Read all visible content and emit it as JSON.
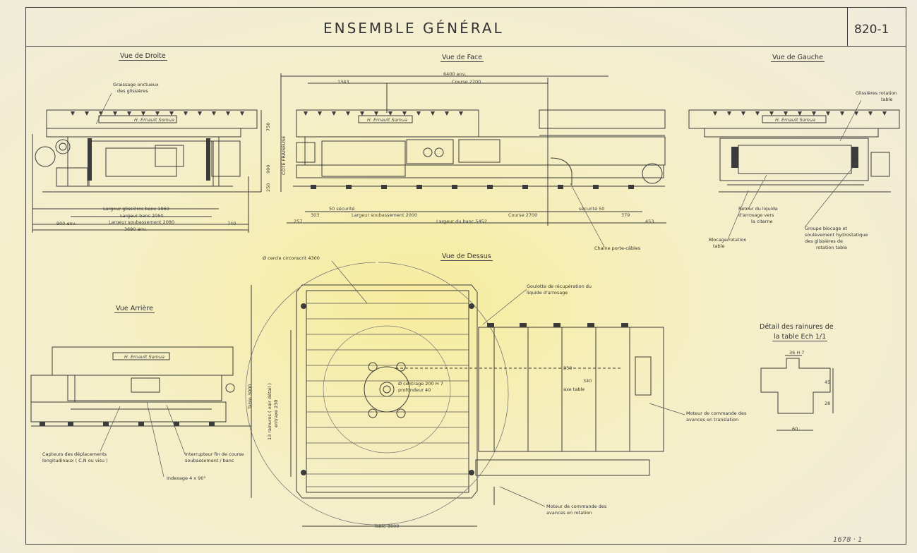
{
  "title": "ENSEMBLE   GÉNÉRAL",
  "sheet_number": "820-1",
  "footer_ref": "1678 · 1",
  "views": {
    "right": "Vue  de  Droite",
    "front": "Vue  de  Face",
    "left": "Vue  de  Gauche",
    "top": "Vue  de  Dessus",
    "rear": "Vue  Arrière",
    "detail": [
      "Détail  des  rainures  de",
      "la  table  Ech 1/1"
    ]
  },
  "annotations": {
    "graissage": [
      "Graissage  onctueux",
      "des  glissières"
    ],
    "glissieres": [
      "Glissières  rotation",
      "table"
    ],
    "retour": [
      "Retour  du  liquide",
      "d'arrosage   vers",
      "la  citerne"
    ],
    "blocage": [
      "Blocage  rotation",
      "table"
    ],
    "groupe": [
      "Groupe  blocage  et",
      "soulèvement  hydrostatique",
      "des  glissières  de",
      "rotation  table"
    ],
    "chaine": "Chaîne porte-câbles",
    "cercle": "Ø cercle  circonscrit  4300",
    "goulotte": [
      "Goulotte  de  récupération  du",
      "liquide  d'arrosage"
    ],
    "centrage": [
      "Ø centrage  200 H 7",
      "profondeur  40"
    ],
    "moteur_translation": [
      "Moteur  de  commande  des",
      "avances  en  translation"
    ],
    "moteur_rotation": [
      "Moteur  de  commande  des",
      "avances  en  rotation"
    ],
    "capteurs": [
      "Capteurs des  déplacements",
      "longitudinaux  ( C.N ou  visu )"
    ],
    "interrupteur": [
      "Interrupteur  fin de  course",
      "soubassement / banc"
    ],
    "indexage": "Indexage    4 x 90°",
    "rainures": [
      "13 rainures  ( voir détail )",
      "entraxe  230"
    ],
    "axe_table": "axe table",
    "cote_fraiseuse": "CÔTÉ  FRAISEUSE",
    "nameplate": "H. Ernault  Somua"
  },
  "dimensions": {
    "right_view": {
      "largeur_glissieres": "Largeur  glissières  banc    1860",
      "largeur_banc": "Largeur  banc    2050",
      "largeur_soubassement": "Largeur  soubassement    2080",
      "left": "900 env.",
      "right": "740",
      "total": "3680 env.",
      "h1": "750",
      "h2": "900",
      "h3": "250"
    },
    "front_view": {
      "overall": "6400 env.",
      "d1343": "1343",
      "course_top": "Course  2700",
      "securite_left": "50  sécurité",
      "d303": "303",
      "soubassement": "Largeur  soubassement    2000",
      "course_bottom": "Course    2700",
      "securite_right": "sécurité   50",
      "d379": "379",
      "d257": "257",
      "banc": "Largeur  du  banc  5452",
      "d453": "453"
    },
    "top_view": {
      "table": "Table  3000",
      "v3000": "Table  3000",
      "d350": "350",
      "d340": "340"
    },
    "detail": {
      "w36": "36 H 7",
      "h45": "45",
      "h28": "28",
      "w60": "60"
    }
  },
  "colors": {
    "paper": "#f4edc4",
    "ink": "#333333",
    "stain": "#f7ec9c"
  }
}
